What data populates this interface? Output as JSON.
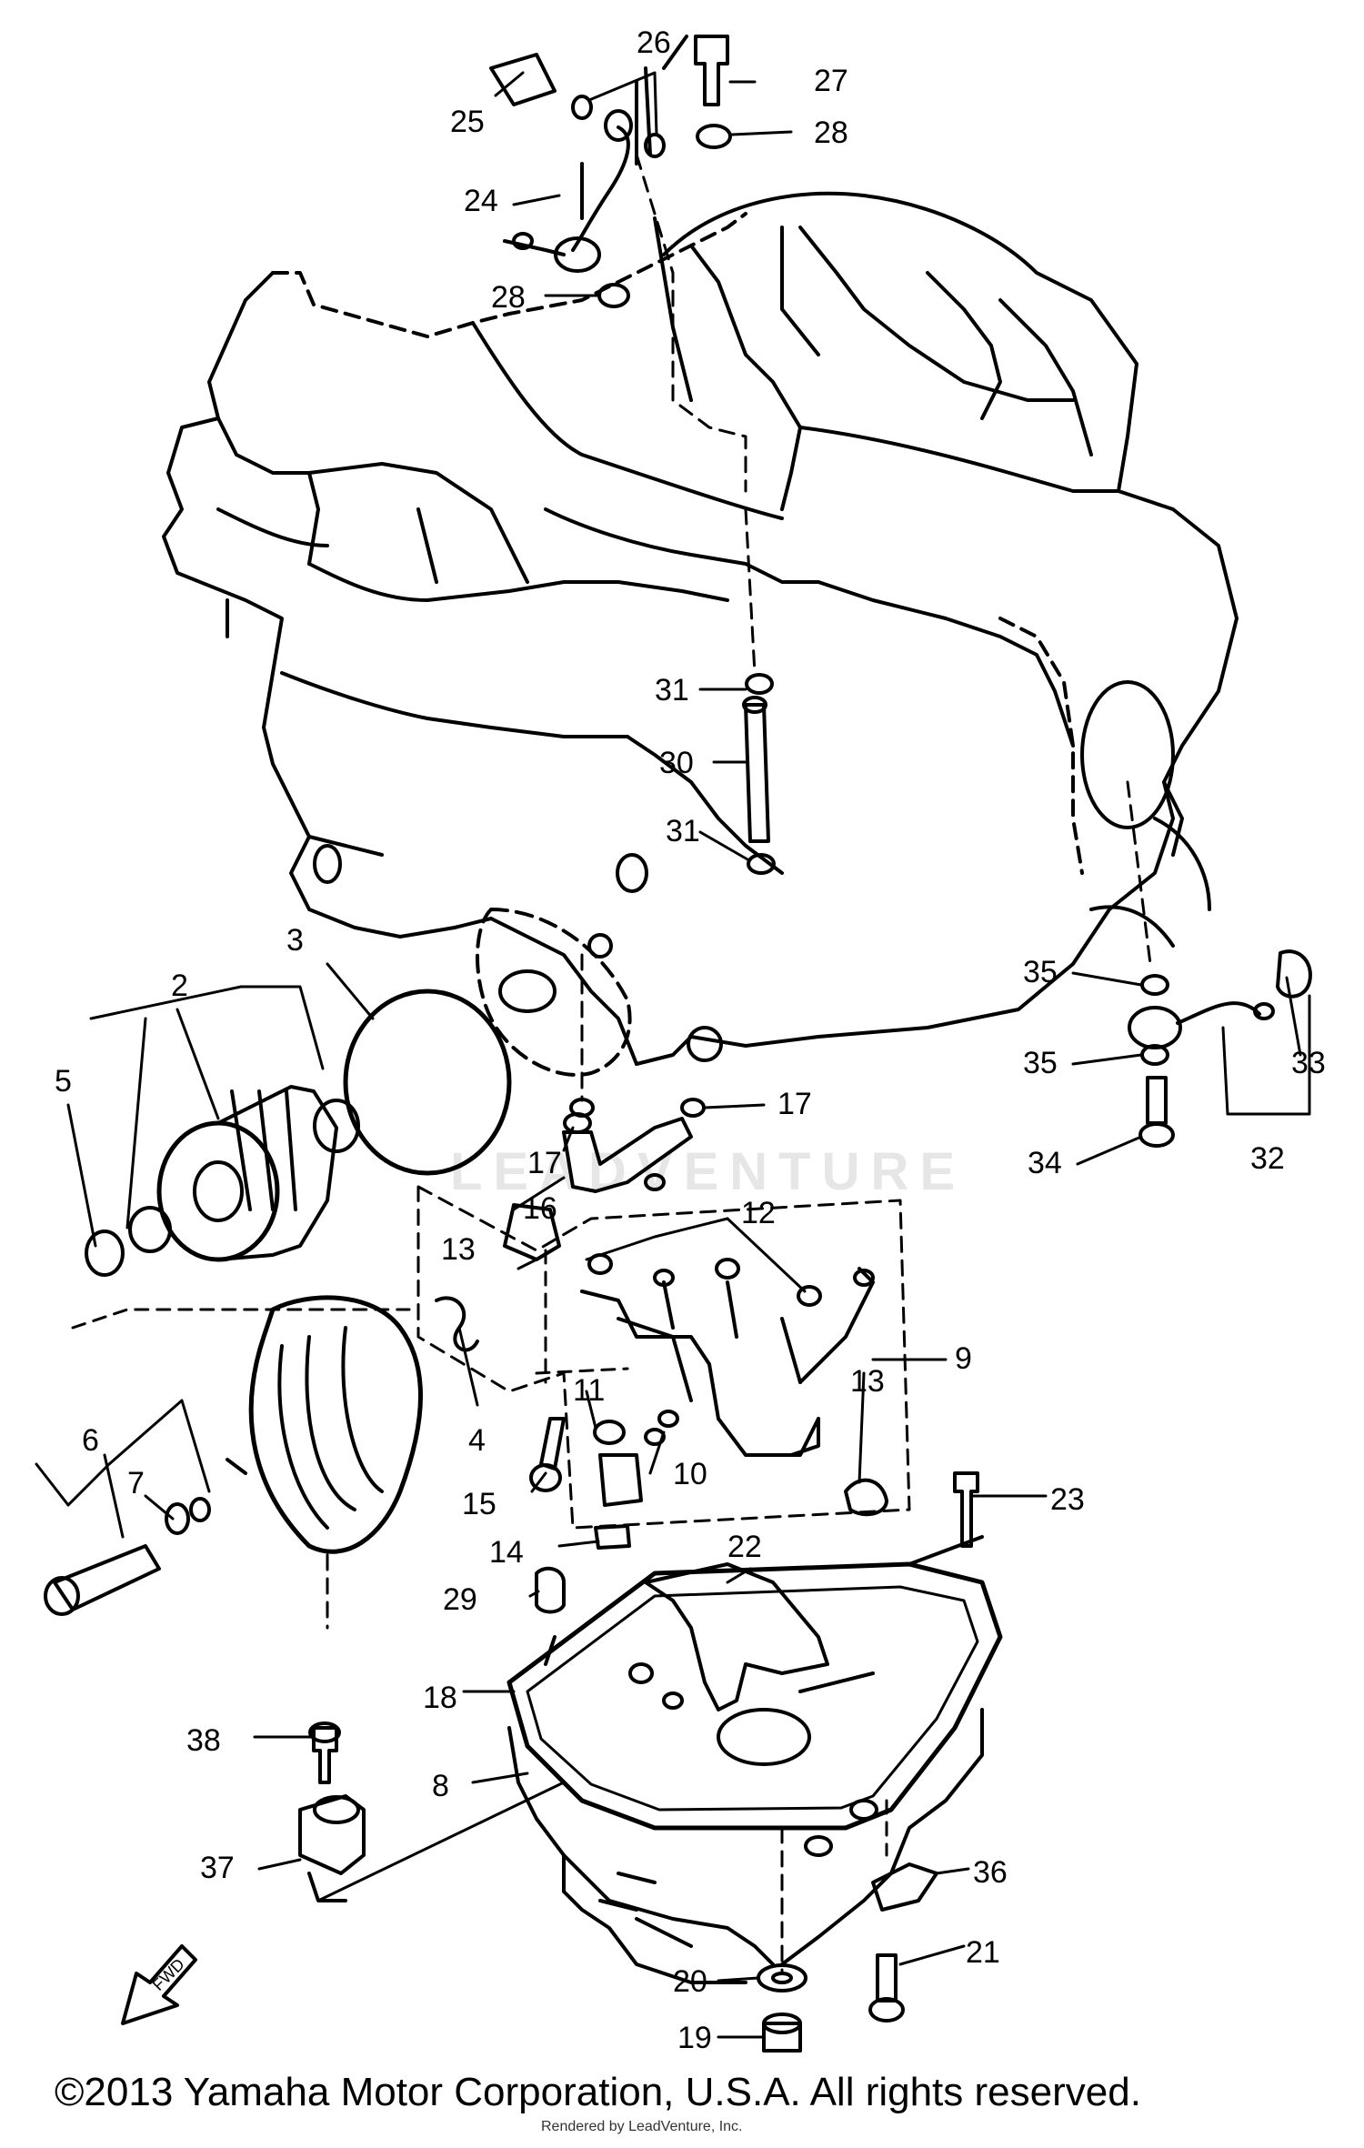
{
  "diagram": {
    "watermark": "LEADVENTURE",
    "credit": "Rendered by LeadVenture, Inc.",
    "copyright": "©2013 Yamaha Motor Corporation, U.S.A. All rights reserved.",
    "fwd_label": "FWD",
    "callouts": [
      {
        "id": "c25a",
        "text": "25"
      },
      {
        "id": "c26",
        "text": "26"
      },
      {
        "id": "c27",
        "text": "27"
      },
      {
        "id": "c28a",
        "text": "28"
      },
      {
        "id": "c24",
        "text": "24"
      },
      {
        "id": "c28b",
        "text": "28"
      },
      {
        "id": "c31a",
        "text": "31"
      },
      {
        "id": "c30",
        "text": "30"
      },
      {
        "id": "c31b",
        "text": "31"
      },
      {
        "id": "c3",
        "text": "3"
      },
      {
        "id": "c2",
        "text": "2"
      },
      {
        "id": "c5",
        "text": "5"
      },
      {
        "id": "c35a",
        "text": "35"
      },
      {
        "id": "c33",
        "text": "33"
      },
      {
        "id": "c35b",
        "text": "35"
      },
      {
        "id": "c17a",
        "text": "17"
      },
      {
        "id": "c17b",
        "text": "17"
      },
      {
        "id": "c34",
        "text": "34"
      },
      {
        "id": "c32",
        "text": "32"
      },
      {
        "id": "c16",
        "text": "16"
      },
      {
        "id": "c12",
        "text": "12"
      },
      {
        "id": "c13a",
        "text": "13"
      },
      {
        "id": "c9",
        "text": "9"
      },
      {
        "id": "c4",
        "text": "4"
      },
      {
        "id": "c6",
        "text": "6"
      },
      {
        "id": "c11",
        "text": "11"
      },
      {
        "id": "c13b",
        "text": "13"
      },
      {
        "id": "c7",
        "text": "7"
      },
      {
        "id": "c10",
        "text": "10"
      },
      {
        "id": "c15",
        "text": "15"
      },
      {
        "id": "c23",
        "text": "23"
      },
      {
        "id": "c14",
        "text": "14"
      },
      {
        "id": "c22",
        "text": "22"
      },
      {
        "id": "c29",
        "text": "29"
      },
      {
        "id": "c18",
        "text": "18"
      },
      {
        "id": "c38",
        "text": "38"
      },
      {
        "id": "c8",
        "text": "8"
      },
      {
        "id": "c37",
        "text": "37"
      },
      {
        "id": "c36",
        "text": "36"
      },
      {
        "id": "c21",
        "text": "21"
      },
      {
        "id": "c20",
        "text": "20"
      },
      {
        "id": "c19",
        "text": "19"
      }
    ]
  }
}
